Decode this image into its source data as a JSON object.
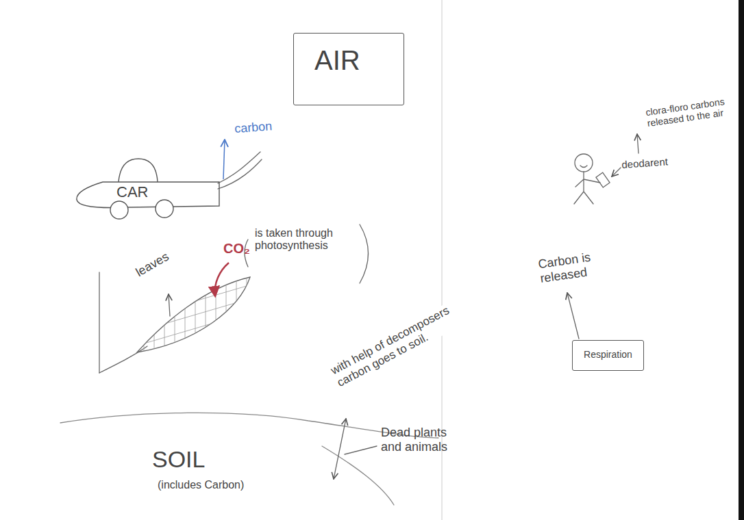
{
  "diagram": {
    "nodes": [
      {
        "text": [
          "AIR"
        ]
      },
      {
        "text": [
          "CAR"
        ]
      },
      {
        "text": [
          "Respiration"
        ]
      }
    ],
    "labels": [
      "carbon",
      "CO₂",
      "is taken through photosynthesis",
      "leaves",
      "with help of decomposers carbon goes to soil.",
      "Dead plants and animals",
      "SOIL",
      "(includes Carbon)",
      "clora-floro carbons released to the air",
      "deodarent",
      "Carbon is released"
    ]
  }
}
